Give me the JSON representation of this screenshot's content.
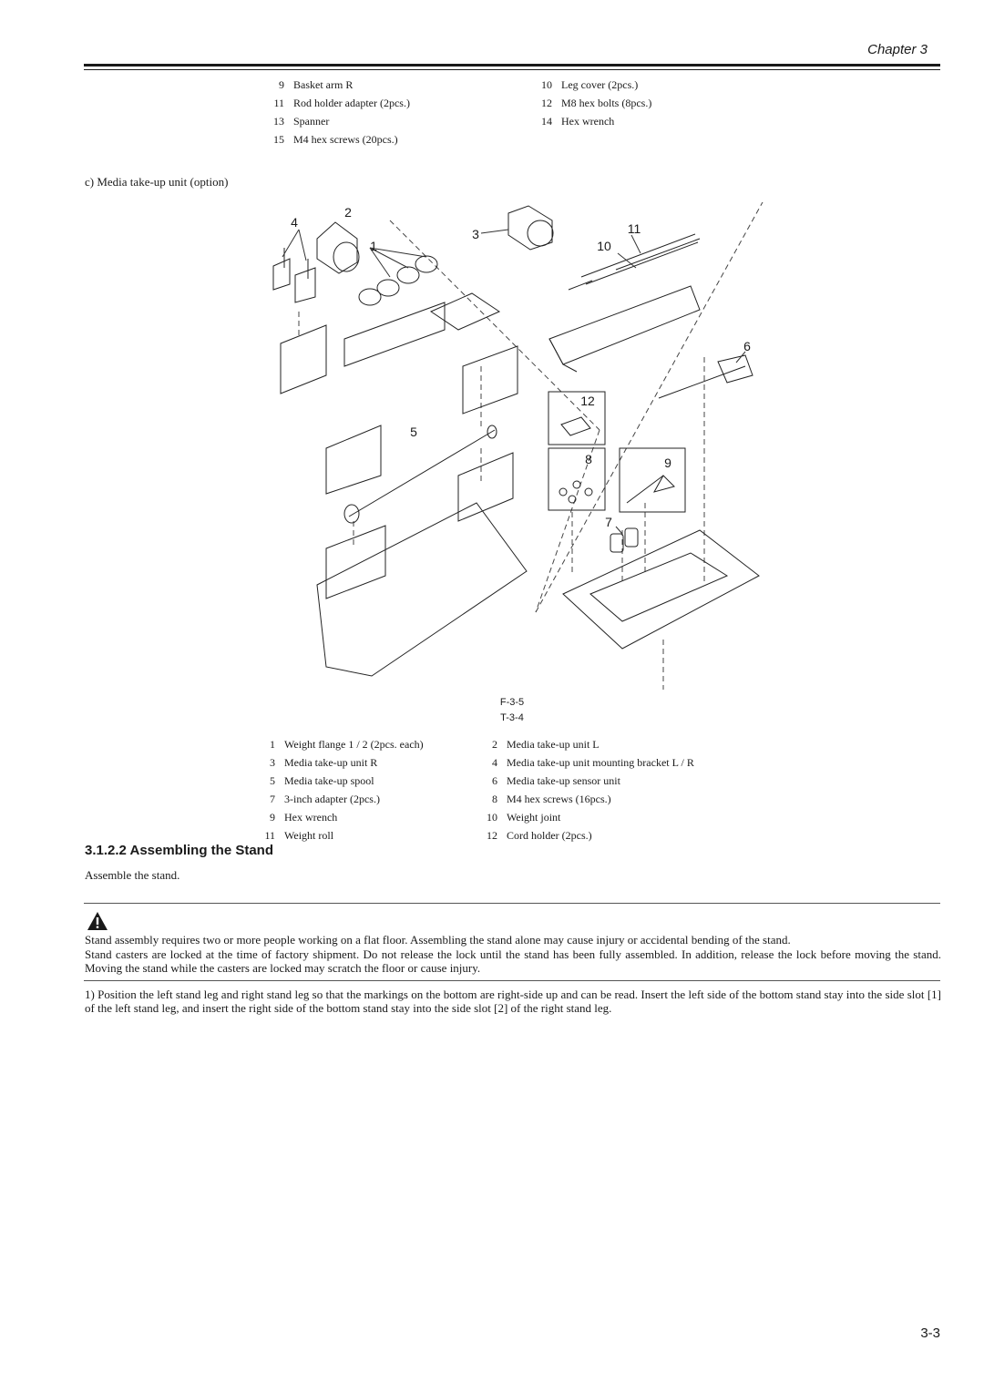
{
  "header": {
    "chapter": "Chapter 3"
  },
  "top_list": [
    {
      "n1": "9",
      "t1": "Basket arm R",
      "n2": "10",
      "t2": "Leg cover (2pcs.)"
    },
    {
      "n1": "11",
      "t1": "Rod holder adapter (2pcs.)",
      "n2": "12",
      "t2": "M8 hex bolts (8pcs.)"
    },
    {
      "n1": "13",
      "t1": "Spanner",
      "n2": "14",
      "t2": "Hex wrench"
    },
    {
      "n1": "15",
      "t1": "M4 hex screws (20pcs.)",
      "n2": "",
      "t2": ""
    }
  ],
  "subsection": "c) Media take-up unit (option)",
  "figure": {
    "callouts": [
      "1",
      "2",
      "3",
      "4",
      "5",
      "6",
      "7",
      "8",
      "9",
      "10",
      "11",
      "12"
    ],
    "fig_id": "F-3-5",
    "table_id": "T-3-4"
  },
  "parts_list": [
    {
      "n1": "1",
      "t1": "Weight flange 1 / 2 (2pcs. each)",
      "n2": "2",
      "t2": "Media take-up unit L"
    },
    {
      "n1": "3",
      "t1": "Media take-up unit R",
      "n2": "4",
      "t2": "Media take-up unit mounting bracket L / R"
    },
    {
      "n1": "5",
      "t1": "Media take-up spool",
      "n2": "6",
      "t2": "Media take-up sensor unit"
    },
    {
      "n1": "7",
      "t1": "3-inch adapter (2pcs.)",
      "n2": "8",
      "t2": "M4 hex screws (16pcs.)"
    },
    {
      "n1": "9",
      "t1": "Hex wrench",
      "n2": "10",
      "t2": "Weight joint"
    },
    {
      "n1": "11",
      "t1": "Weight roll",
      "n2": "12",
      "t2": "Cord holder (2pcs.)"
    }
  ],
  "section": {
    "heading": "3.1.2.2 Assembling the Stand",
    "intro": "Assemble the stand."
  },
  "caution": {
    "icon": "warning-triangle-icon",
    "line1": "Stand assembly requires two or more people working on a flat floor. Assembling the stand alone may cause injury or accidental bending of the stand.",
    "line2": "Stand casters are locked at the time of factory shipment. Do not release the lock until the stand has been fully assembled. In addition, release the lock before moving the stand. Moving the stand while the casters are locked may scratch the floor or cause injury."
  },
  "step1": "1) Position the left stand leg and right stand leg so that the markings on the bottom are right-side up and can be read. Insert the left side of the bottom stand stay into the side slot [1] of the left stand leg, and insert the right side of the bottom stand stay into the side slot [2] of the right stand leg.",
  "page_number": "3-3"
}
